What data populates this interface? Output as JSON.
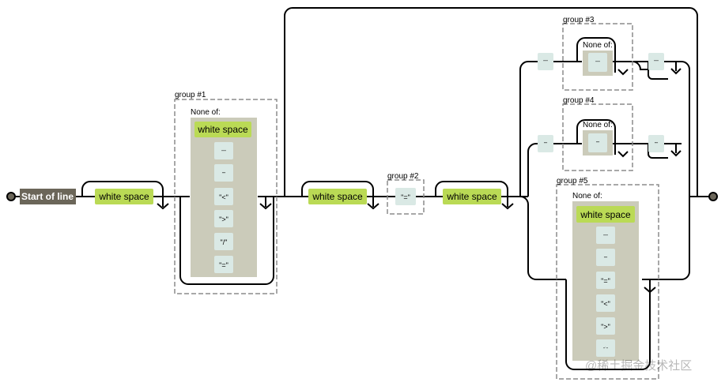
{
  "diagram": {
    "start_label": "Start of line",
    "white_space": "white space",
    "none_of": "None of:",
    "groups": {
      "g1": "group #1",
      "g2": "group #2",
      "g3": "group #3",
      "g4": "group #4",
      "g5": "group #5"
    },
    "literals": {
      "quote_quote": "\"\"\"",
      "single_quote": "\"'\"",
      "less_than": "\"<\"",
      "greater_than": "\">\"",
      "slash": "\"/\"",
      "equals": "\"=\"",
      "backtick": "\"`\""
    },
    "watermark": "@稀土掘金技术社区"
  }
}
